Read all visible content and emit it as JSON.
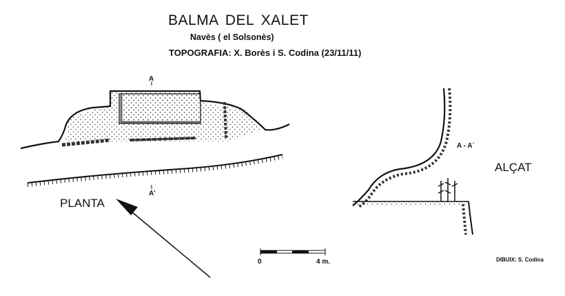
{
  "header": {
    "title": "BALMA  DEL  XALET",
    "location": "Navès ( el Solsonès)",
    "survey": "TOPOGRAFIA: X. Borès i S. Codina   (23/11/11)"
  },
  "plan": {
    "label": "PLANTA",
    "section_start": "A",
    "section_end": "A'"
  },
  "elevation": {
    "section_label": "A - A´",
    "label": "ALÇAT"
  },
  "scale": {
    "start": "0",
    "end": "4 m."
  },
  "credits": "DIBUIX: S. Codina"
}
